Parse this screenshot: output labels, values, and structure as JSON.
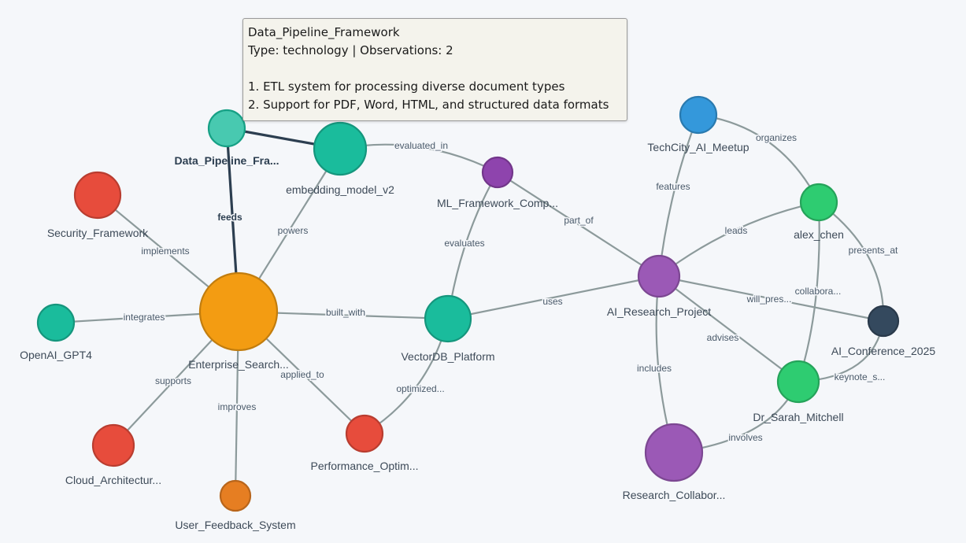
{
  "colors": {
    "edge": "#8c9a9b",
    "edge_highlight": "#2c3e50",
    "background": "#f5f7fa",
    "orange": "#f39c12",
    "teal": "#1abc9c",
    "red": "#e74c3c",
    "purple": "#9b59b6",
    "green": "#2ecc71",
    "blue": "#3498db",
    "dark": "#34495e",
    "dark_orange": "#e67e22"
  },
  "nodes": [
    {
      "id": "data_pipeline",
      "label": "Data_Pipeline_Fra...",
      "color": "#48c9b0",
      "highlight": true
    },
    {
      "id": "embedding_model",
      "label": "embedding_model_v2",
      "color": "#1abc9c"
    },
    {
      "id": "security",
      "label": "Security_Framework",
      "color": "#e74c3c"
    },
    {
      "id": "openai",
      "label": "OpenAI_GPT4",
      "color": "#1abc9c"
    },
    {
      "id": "enterprise",
      "label": "Enterprise_Search...",
      "color": "#f39c12"
    },
    {
      "id": "cloud",
      "label": "Cloud_Architectur...",
      "color": "#e74c3c"
    },
    {
      "id": "user_feedback",
      "label": "User_Feedback_System",
      "color": "#e67e22"
    },
    {
      "id": "performance",
      "label": "Performance_Optim...",
      "color": "#e74c3c"
    },
    {
      "id": "vectordb",
      "label": "VectorDB_Platform",
      "color": "#1abc9c"
    },
    {
      "id": "ml_framework",
      "label": "ML_Framework_Comp...",
      "color": "#8e44ad"
    },
    {
      "id": "ai_research",
      "label": "AI_Research_Project",
      "color": "#9b59b6"
    },
    {
      "id": "research_collab",
      "label": "Research_Collabor...",
      "color": "#9b59b6"
    },
    {
      "id": "techcity",
      "label": "TechCity_AI_Meetup",
      "color": "#3498db"
    },
    {
      "id": "alex_chen",
      "label": "alex_chen",
      "color": "#2ecc71"
    },
    {
      "id": "ai_conference",
      "label": "AI_Conference_2025",
      "color": "#34495e"
    },
    {
      "id": "dr_sarah",
      "label": "Dr_Sarah_Mitchell",
      "color": "#2ecc71"
    }
  ],
  "edges": [
    {
      "from": "data_pipeline",
      "to": "enterprise",
      "label": "feeds",
      "highlight": true
    },
    {
      "from": "data_pipeline",
      "to": "embedding_model",
      "label": "",
      "highlight": true
    },
    {
      "from": "embedding_model",
      "to": "enterprise",
      "label": "powers"
    },
    {
      "from": "embedding_model",
      "to": "ml_framework",
      "label": "evaluated_in"
    },
    {
      "from": "security",
      "to": "enterprise",
      "label": "implements"
    },
    {
      "from": "openai",
      "to": "enterprise",
      "label": "integrates"
    },
    {
      "from": "enterprise",
      "to": "vectordb",
      "label": "built_with"
    },
    {
      "from": "enterprise",
      "to": "cloud",
      "label": "supports"
    },
    {
      "from": "enterprise",
      "to": "user_feedback",
      "label": "improves"
    },
    {
      "from": "enterprise",
      "to": "performance",
      "label": "applied_to"
    },
    {
      "from": "performance",
      "to": "vectordb",
      "label": "optimized..."
    },
    {
      "from": "ml_framework",
      "to": "vectordb",
      "label": "evaluates"
    },
    {
      "from": "ml_framework",
      "to": "ai_research",
      "label": "part_of"
    },
    {
      "from": "vectordb",
      "to": "ai_research",
      "label": "uses"
    },
    {
      "from": "techcity",
      "to": "ai_research",
      "label": "features"
    },
    {
      "from": "techcity",
      "to": "alex_chen",
      "label": "organizes"
    },
    {
      "from": "alex_chen",
      "to": "ai_research",
      "label": "leads"
    },
    {
      "from": "alex_chen",
      "to": "ai_conference",
      "label": "presents_at"
    },
    {
      "from": "alex_chen",
      "to": "dr_sarah",
      "label": "collabora..."
    },
    {
      "from": "ai_research",
      "to": "ai_conference",
      "label": "will_pres..."
    },
    {
      "from": "ai_research",
      "to": "dr_sarah",
      "label": "advises"
    },
    {
      "from": "ai_research",
      "to": "research_collab",
      "label": "includes"
    },
    {
      "from": "dr_sarah",
      "to": "ai_conference",
      "label": "keynote_s..."
    },
    {
      "from": "dr_sarah",
      "to": "research_collab",
      "label": "involves"
    }
  ],
  "tooltip": {
    "title": "Data_Pipeline_Framework",
    "meta": "Type: technology | Observations: 2",
    "observations": [
      "1. ETL system for processing diverse document types",
      "2. Support for PDF, Word, HTML, and structured data formats"
    ]
  }
}
